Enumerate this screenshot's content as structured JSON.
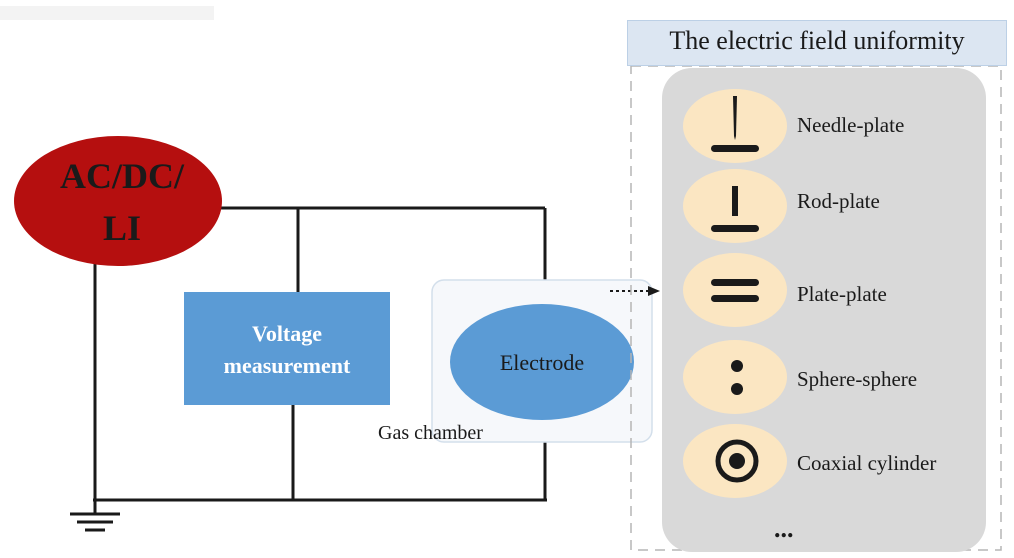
{
  "source": {
    "line1": "AC/DC/",
    "line2": "LI"
  },
  "voltage_measurement": {
    "line1": "Voltage",
    "line2": "measurement"
  },
  "electrode": "Electrode",
  "gas_chamber": "Gas chamber",
  "uniformity_panel": {
    "title": "The electric field uniformity",
    "items": [
      {
        "label": "Needle-plate",
        "icon": "needle-plate-icon"
      },
      {
        "label": "Rod-plate",
        "icon": "rod-plate-icon"
      },
      {
        "label": "Plate-plate",
        "icon": "plate-plate-icon"
      },
      {
        "label": "Sphere-sphere",
        "icon": "sphere-sphere-icon"
      },
      {
        "label": "Coaxial cylinder",
        "icon": "coaxial-cylinder-icon"
      }
    ],
    "more": "..."
  },
  "colors": {
    "source_fill": "#b50f0f",
    "box_blue": "#5b9bd5",
    "title_bg": "#dce6f2",
    "panel_gray": "#d9d9d9",
    "icon_circle": "#fbe6c2",
    "wire": "#1a1a1a"
  }
}
